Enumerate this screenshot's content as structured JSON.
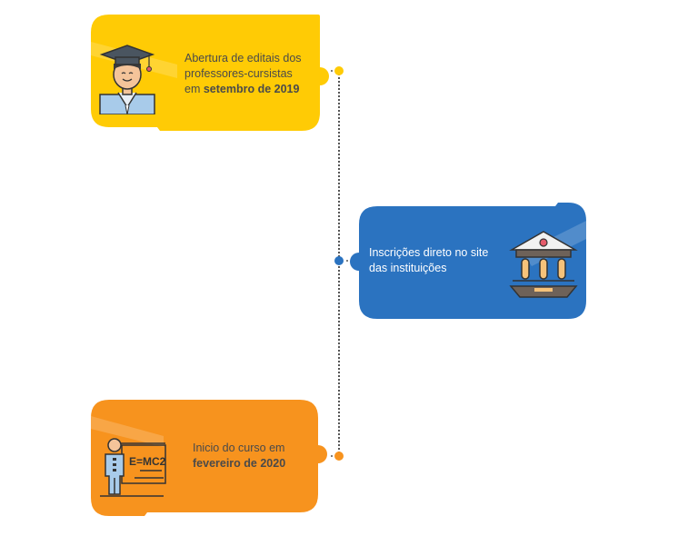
{
  "colors": {
    "yellow": "#FFCB05",
    "blue": "#2B73C0",
    "orange": "#F7931E",
    "timeline_dots": "#555555",
    "text_dark": "#4a4a4a",
    "text_light": "#ffffff"
  },
  "steps": [
    {
      "icon": "graduate-icon",
      "line1": "Abertura de editais dos",
      "line2": "professores-cursistas",
      "line3_prefix": "em ",
      "line3_bold": "setembro de 2019"
    },
    {
      "icon": "institution-building-icon",
      "line1": "Inscrições direto no site",
      "line2": "das instituições"
    },
    {
      "icon": "teacher-blackboard-icon",
      "line1": "Inicio do curso em",
      "line2_bold": "fevereiro de 2020",
      "board_text": "E=MC2"
    }
  ]
}
